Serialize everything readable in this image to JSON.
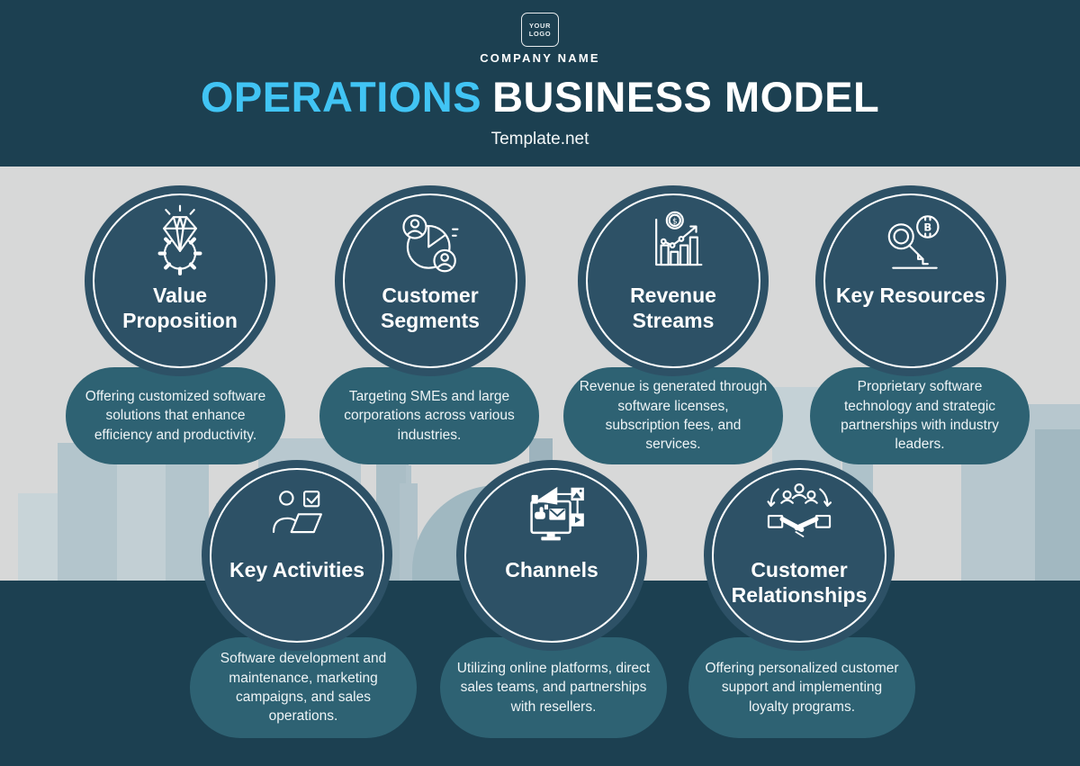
{
  "header": {
    "logo_line1": "YOUR",
    "logo_line2": "LOGO",
    "company_name": "COMPANY NAME",
    "title_accent": "OPERATIONS",
    "title_rest": "BUSINESS MODEL",
    "subtitle": "Template.net"
  },
  "colors": {
    "accent_title": "#41c4f4",
    "band_dark_teal": "#1c4051",
    "circle_fill": "#2d5166",
    "pill_fill": "#2e6273",
    "stage_gray": "#d7d8d8",
    "text_white": "#ffffff"
  },
  "cards": [
    {
      "id": "value-proposition",
      "title": "Value Proposition",
      "icon": "diamond-gear-icon",
      "description": "Offering customized software solutions that enhance efficiency and productivity."
    },
    {
      "id": "customer-segments",
      "title": "Customer Segments",
      "icon": "pie-chart-users-icon",
      "description": "Targeting SMEs and large corporations across various industries."
    },
    {
      "id": "revenue-streams",
      "title": "Revenue Streams",
      "icon": "coin-bar-chart-icon",
      "description": "Revenue is generated through software licenses, subscription fees, and services."
    },
    {
      "id": "key-resources",
      "title": "Key Resources",
      "icon": "key-currency-icon",
      "description": "Proprietary software technology and strategic partnerships with industry leaders."
    },
    {
      "id": "key-activities",
      "title": "Key Activities",
      "icon": "person-laptop-check-icon",
      "description": "Software development and maintenance, marketing campaigns, and sales operations."
    },
    {
      "id": "channels",
      "title": "Channels",
      "icon": "monitor-media-icon",
      "description": "Utilizing online platforms, direct sales teams, and partnerships with resellers."
    },
    {
      "id": "customer-relationships",
      "title": "Customer Relationships",
      "icon": "handshake-people-icon",
      "description": "Offering personalized customer support and implementing loyalty programs."
    }
  ]
}
